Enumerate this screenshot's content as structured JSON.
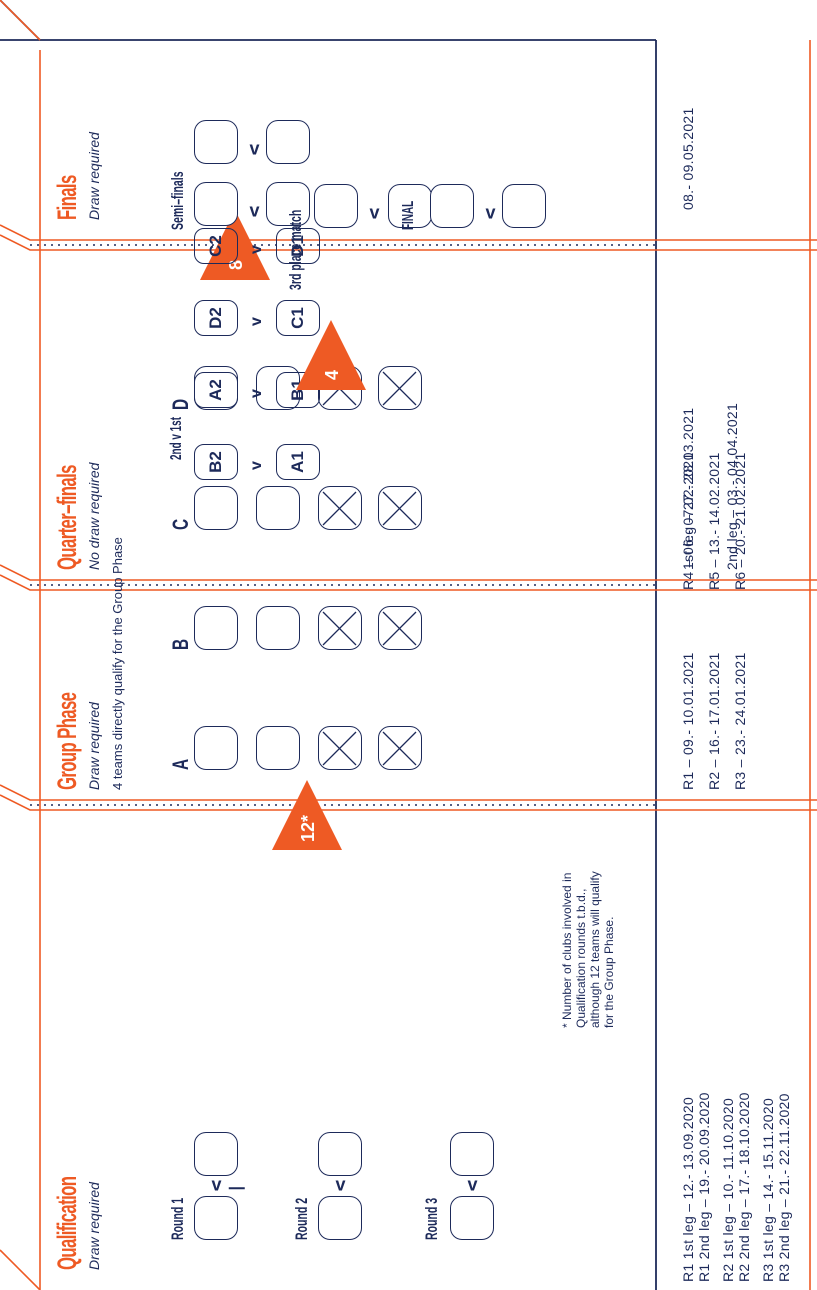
{
  "qualification": {
    "title": "Qualification",
    "subtitle": "Draw required",
    "rounds": [
      {
        "label": "Round 1",
        "v": "v"
      },
      {
        "label": "Round 2",
        "v": "v"
      },
      {
        "label": "Round 3",
        "v": "v"
      }
    ],
    "teams_badge": "12*",
    "footnote": [
      "*  Number of clubs involved in",
      "   Qualification rounds t.b.d.,",
      "   although 12 teams will qualify",
      "   for the Group Phase."
    ],
    "dates": [
      "R1 1st leg – 12.- 13.09.2020",
      "R1 2nd leg – 19.- 20.09.2020",
      "R2 1st leg – 10.- 11.10.2020",
      "R2 2nd leg – 17.- 18.10.2020",
      "R3 1st leg – 14.- 15.11.2020",
      "R3 2nd leg – 21.- 22.11.2020"
    ]
  },
  "group_phase": {
    "title": "Group Phase",
    "subtitle": "Draw required",
    "note": "4 teams directly qualify for the Group Phase",
    "groups": [
      "A",
      "B",
      "C",
      "D"
    ],
    "teams_badge": "8",
    "dates_col1": [
      "R1 – 09.- 10.01.2021",
      "R2 – 16.- 17.01.2021",
      "R3 – 23.- 24.01.2021"
    ],
    "dates_col2": [
      "R4 – 06.- 07.02.2021",
      "R5 – 13.- 14.02.2021",
      "R6 – 20.- 21.02.2021"
    ]
  },
  "quarter_finals": {
    "title": "Quarter–finals",
    "subtitle": "No draw required",
    "header": "2nd v 1st",
    "pairs": [
      {
        "left": "B2",
        "v": "v",
        "right": "A1"
      },
      {
        "left": "A2",
        "v": "v",
        "right": "B1"
      },
      {
        "left": "D2",
        "v": "v",
        "right": "C1"
      },
      {
        "left": "C2",
        "v": "v",
        "right": "D1"
      }
    ],
    "teams_badge": "4",
    "dates": [
      "1st leg – 27.- 28.03.2021",
      "2nd leg – 03.- 04.04.2021"
    ]
  },
  "finals": {
    "title": "Finals",
    "subtitle": "Draw required",
    "semi_label": "Semi–finals",
    "third_label": "3rd place match",
    "final_label": "FINAL",
    "v": "v",
    "dates": "08.- 09.05.2021"
  },
  "colors": {
    "accent": "#ee5a24",
    "navy": "#1d2a5a"
  }
}
